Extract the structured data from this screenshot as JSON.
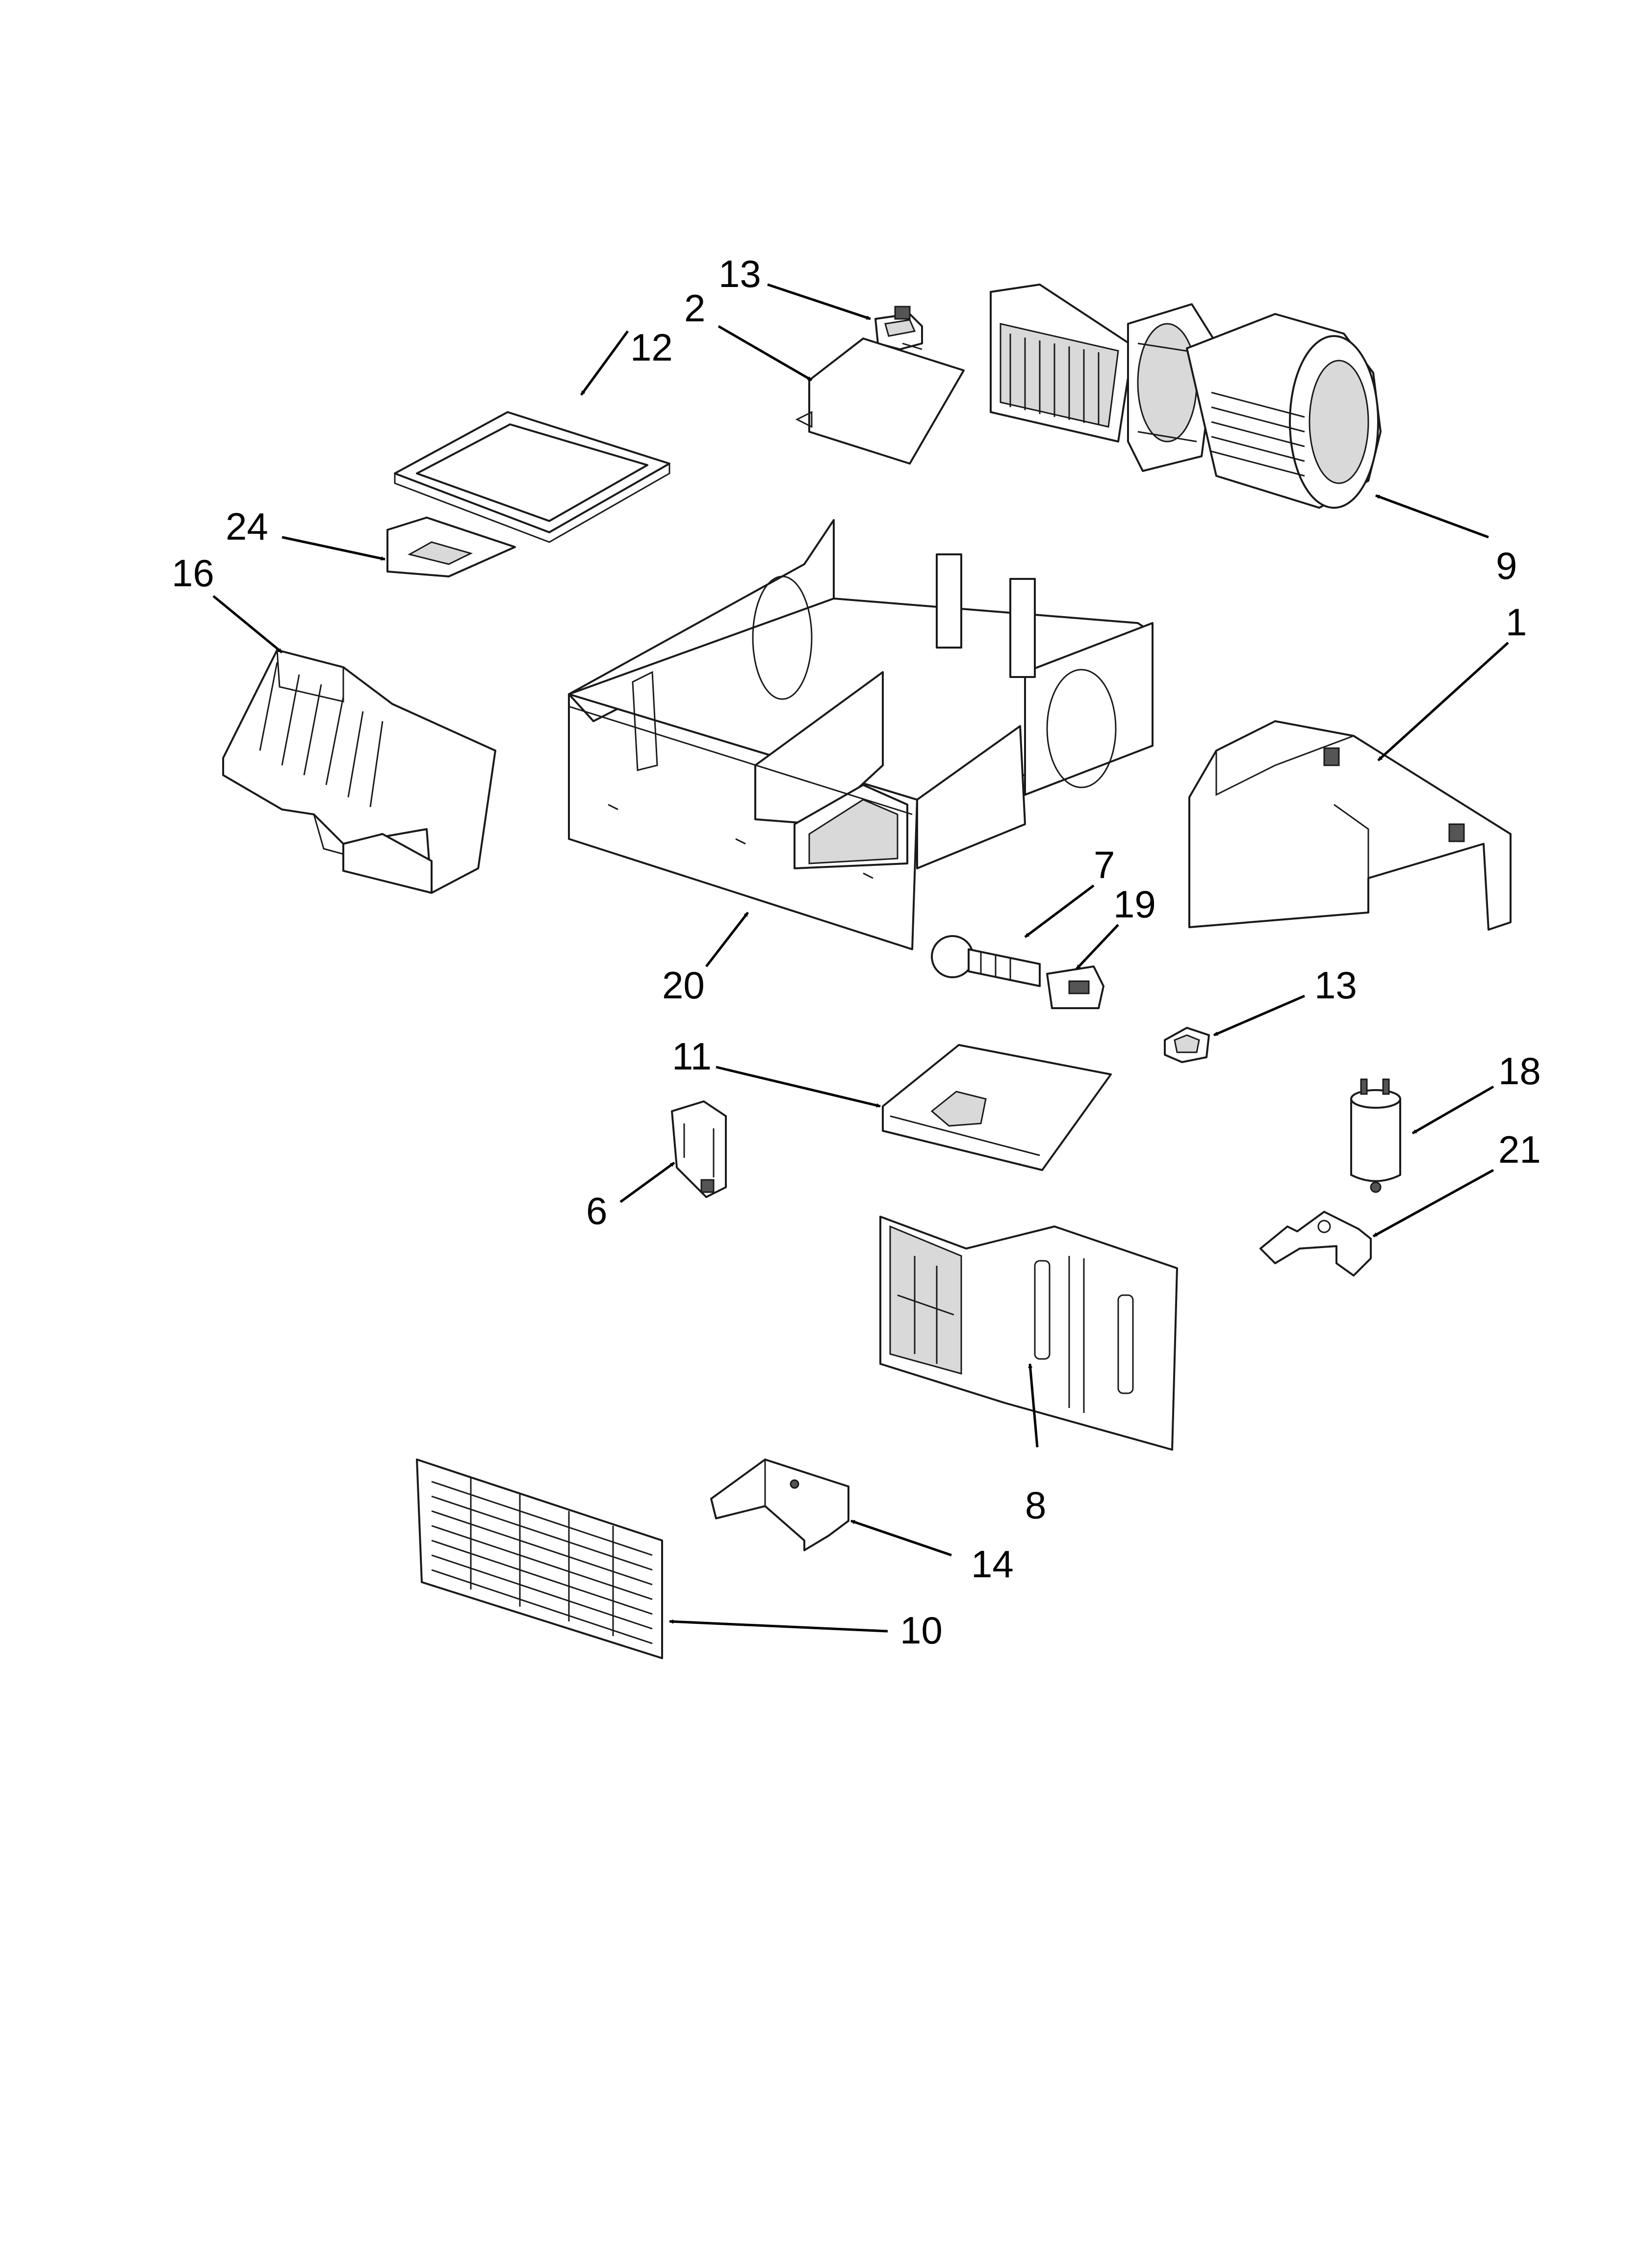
{
  "diagram": {
    "colors": {
      "line": "#1a1a1a",
      "fill": "#ffffff",
      "shade": "#d9d9d9",
      "background": "#ffffff"
    },
    "callouts": [
      {
        "id": "c13a",
        "label": "13"
      },
      {
        "id": "c2",
        "label": "2"
      },
      {
        "id": "c12",
        "label": "12"
      },
      {
        "id": "c9",
        "label": "9"
      },
      {
        "id": "c24",
        "label": "24"
      },
      {
        "id": "c16",
        "label": "16"
      },
      {
        "id": "c1",
        "label": "1"
      },
      {
        "id": "c7",
        "label": "7"
      },
      {
        "id": "c19",
        "label": "19"
      },
      {
        "id": "c20",
        "label": "20"
      },
      {
        "id": "c13b",
        "label": "13"
      },
      {
        "id": "c11",
        "label": "11"
      },
      {
        "id": "c18",
        "label": "18"
      },
      {
        "id": "c21",
        "label": "21"
      },
      {
        "id": "c6",
        "label": "6"
      },
      {
        "id": "c8",
        "label": "8"
      },
      {
        "id": "c14",
        "label": "14"
      },
      {
        "id": "c10",
        "label": "10"
      }
    ]
  }
}
